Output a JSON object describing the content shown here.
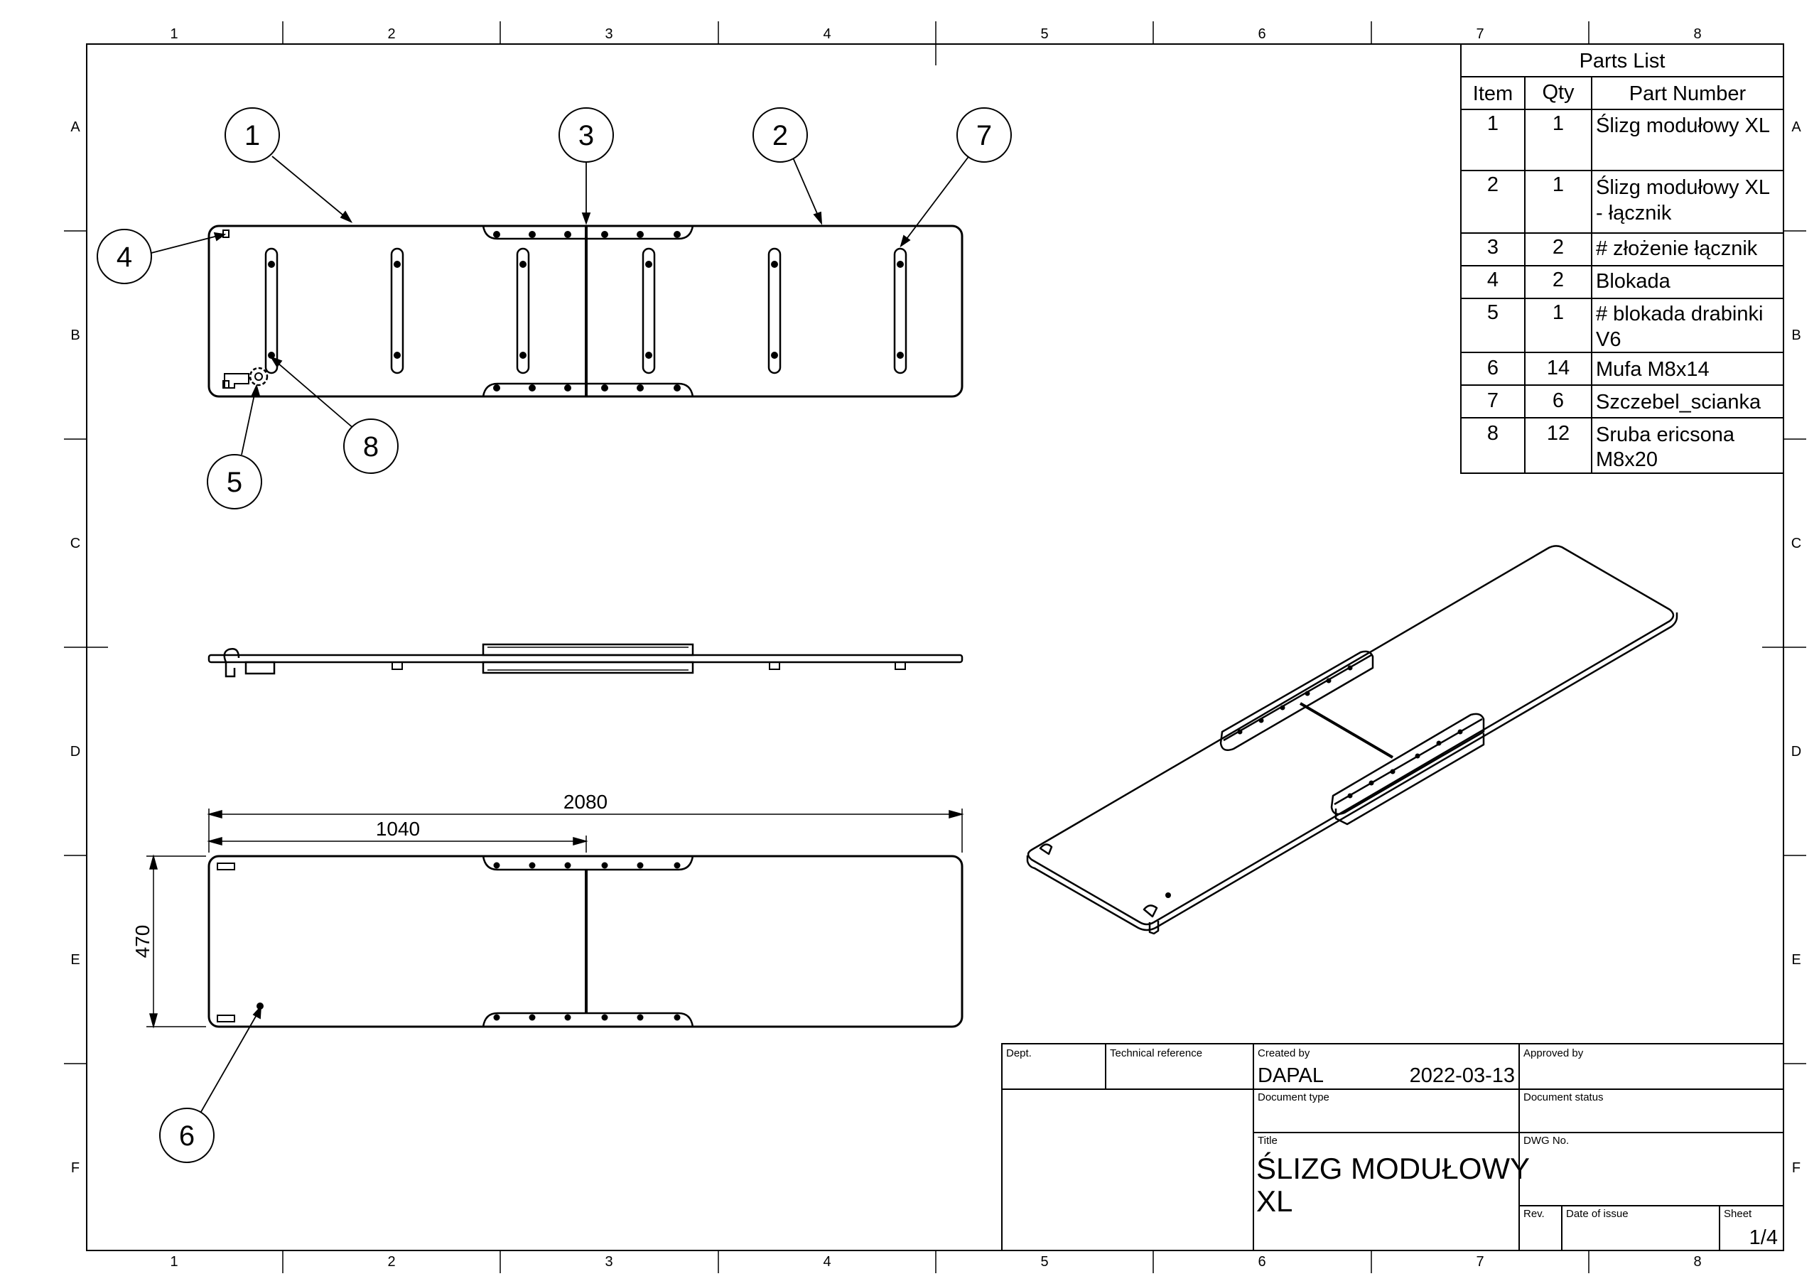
{
  "grid": {
    "columns": [
      "1",
      "2",
      "3",
      "4",
      "5",
      "6",
      "7",
      "8"
    ],
    "rows": [
      "A",
      "B",
      "C",
      "D",
      "E",
      "F"
    ]
  },
  "balloons": [
    "1",
    "3",
    "2",
    "7",
    "4",
    "8",
    "5",
    "6"
  ],
  "dimensions": {
    "overall_length": "2080",
    "half_length": "1040",
    "width": "470"
  },
  "parts_list": {
    "title": "Parts List",
    "headers": [
      "Item",
      "Qty",
      "Part Number"
    ],
    "rows": [
      {
        "item": "1",
        "qty": "1",
        "part": [
          "Ślizg modułowy XL"
        ]
      },
      {
        "item": "2",
        "qty": "1",
        "part": [
          "Ślizg modułowy XL",
          "- łącznik"
        ]
      },
      {
        "item": "3",
        "qty": "2",
        "part": [
          "# złożenie łącznik"
        ]
      },
      {
        "item": "4",
        "qty": "2",
        "part": [
          "Blokada"
        ]
      },
      {
        "item": "5",
        "qty": "1",
        "part": [
          "# blokada drabinki",
          "V6"
        ]
      },
      {
        "item": "6",
        "qty": "14",
        "part": [
          "Mufa M8x14"
        ]
      },
      {
        "item": "7",
        "qty": "6",
        "part": [
          "Szczebel_scianka"
        ]
      },
      {
        "item": "8",
        "qty": "12",
        "part": [
          "Sruba ericsona",
          "M8x20"
        ]
      }
    ]
  },
  "title_block": {
    "dept_label": "Dept.",
    "tech_ref_label": "Technical reference",
    "created_by_label": "Created by",
    "created_by": "DAPAL",
    "date": "2022-03-13",
    "approved_by_label": "Approved by",
    "doc_type_label": "Document type",
    "doc_status_label": "Document status",
    "title_label": "Title",
    "title_line1": "ŚLIZG MODUŁOWY",
    "title_line2": "XL",
    "dwg_label": "DWG No.",
    "rev_label": "Rev.",
    "date_issue_label": "Date of issue",
    "sheet_label": "Sheet",
    "sheet": "1/4"
  }
}
